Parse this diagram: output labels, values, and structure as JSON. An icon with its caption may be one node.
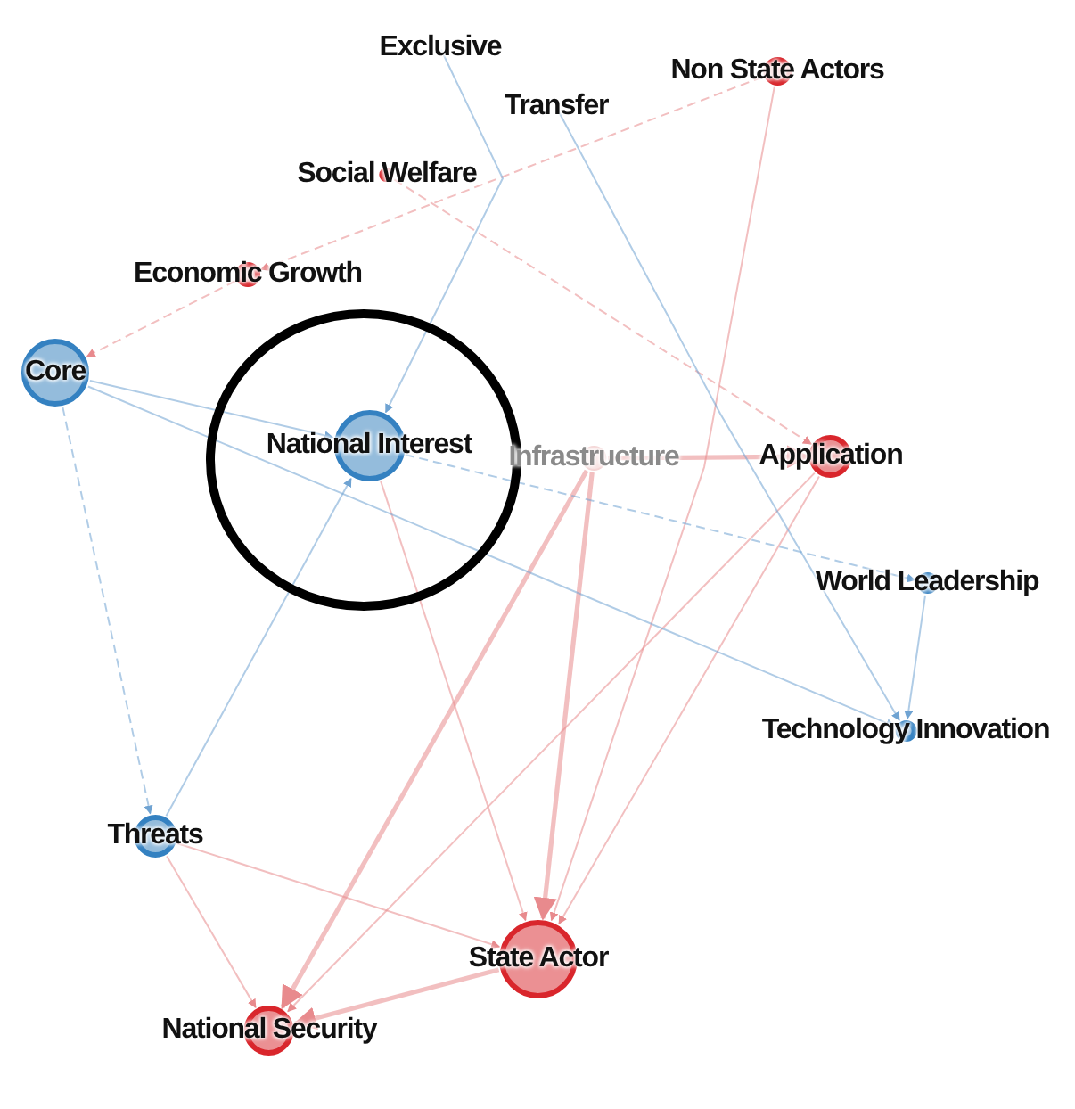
{
  "diagram": {
    "nodes": [
      {
        "text": [
          "Exclusive"
        ]
      },
      {
        "text": [
          "Transfer"
        ]
      },
      {
        "text": [
          "Non State Actors"
        ]
      },
      {
        "text": [
          "Social Welfare"
        ]
      },
      {
        "text": [
          "Economic Growth"
        ]
      },
      {
        "text": [
          "Core"
        ]
      },
      {
        "text": [
          "National Interest"
        ]
      },
      {
        "text": [
          "Infrastructure"
        ]
      },
      {
        "text": [
          "Application"
        ]
      },
      {
        "text": [
          "World Leadership"
        ]
      },
      {
        "text": [
          "Technology Innovation"
        ]
      },
      {
        "text": [
          "Threats"
        ]
      },
      {
        "text": [
          "State Actor"
        ]
      },
      {
        "text": [
          "National Security"
        ]
      }
    ],
    "edges": [
      {
        "from": 7,
        "to": 12,
        "arrow": "to",
        "style": "thick"
      },
      {
        "from": 12,
        "to": 13,
        "arrow": "to",
        "style": "thick"
      },
      {
        "from": 7,
        "to": 13,
        "arrow": "to",
        "style": "thick"
      },
      {
        "from": 7,
        "to": 8,
        "arrow": "to",
        "style": "thick"
      },
      {
        "from": 8,
        "to": 12,
        "arrow": "to"
      },
      {
        "from": 6,
        "to": 12,
        "arrow": "to"
      },
      {
        "from": 2,
        "to": 12,
        "arrow": "to"
      },
      {
        "from": 8,
        "to": 13,
        "arrow": "to"
      },
      {
        "from": 11,
        "to": 12,
        "arrow": "to"
      },
      {
        "from": 11,
        "to": 13,
        "arrow": "to"
      },
      {
        "from": 2,
        "to": 4,
        "arrow": "to",
        "style": "dashed"
      },
      {
        "from": 3,
        "to": 8,
        "arrow": "to",
        "style": "dashed"
      },
      {
        "from": 5,
        "to": 6,
        "arrow": "to",
        "color": "#6fa3d2"
      },
      {
        "from": 5,
        "to": 10,
        "arrow": "to",
        "color": "#6fa3d2"
      },
      {
        "from": 6,
        "to": 9,
        "arrow": "to",
        "color": "#6fa3d2",
        "style": "dashed"
      },
      {
        "from": 9,
        "to": 10,
        "arrow": "to",
        "color": "#6fa3d2"
      },
      {
        "from": 11,
        "to": 6,
        "arrow": "to",
        "color": "#6fa3d2"
      },
      {
        "from": 0,
        "to": 6,
        "arrow": "to",
        "color": "#6fa3d2"
      },
      {
        "from": 1,
        "to": 10,
        "arrow": "to",
        "color": "#6fa3d2"
      },
      {
        "from": 5,
        "to": 11,
        "arrow": "to",
        "color": "#6fa3d2",
        "style": "dashed"
      },
      {
        "from": 4,
        "to": 5,
        "arrow": "to",
        "style": "dashed"
      }
    ]
  }
}
